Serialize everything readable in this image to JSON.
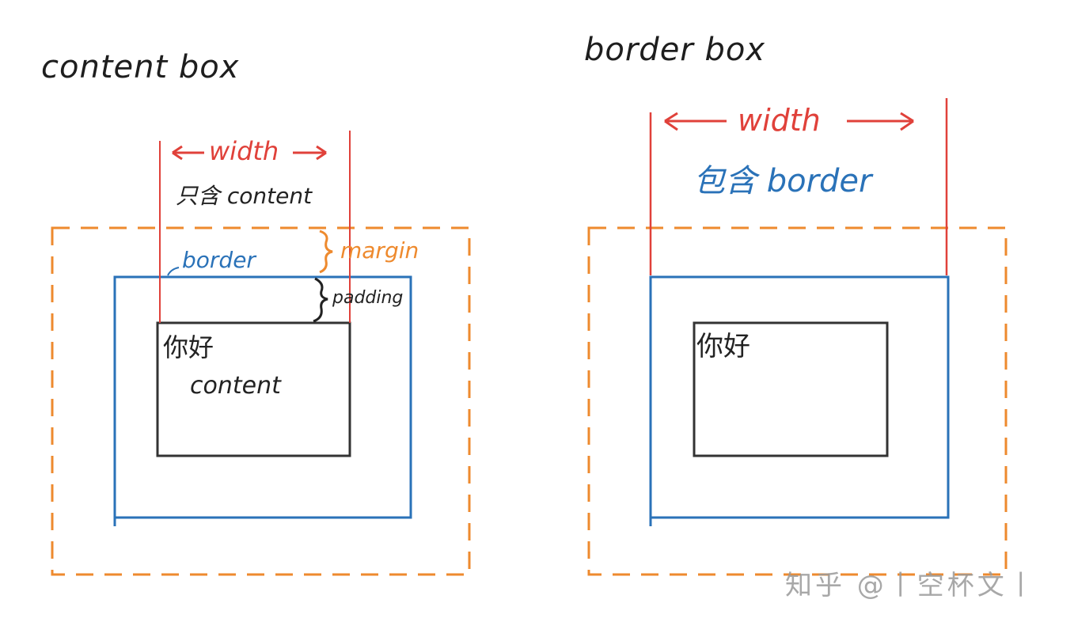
{
  "left_diagram": {
    "title": "content box",
    "width_label": "width",
    "width_note": "只含 content",
    "margin_label": "margin",
    "border_label": "border",
    "padding_label": "padding",
    "content_text": "你好",
    "content_label": "content"
  },
  "right_diagram": {
    "title": "border box",
    "width_label": "width",
    "width_note": "包含 border",
    "content_text": "你好"
  },
  "watermark": "知乎 @丨空杯文丨",
  "colors": {
    "width": "#e0413a",
    "border": "#2a72b8",
    "margin": "#ee8a2e",
    "content": "#333333"
  }
}
